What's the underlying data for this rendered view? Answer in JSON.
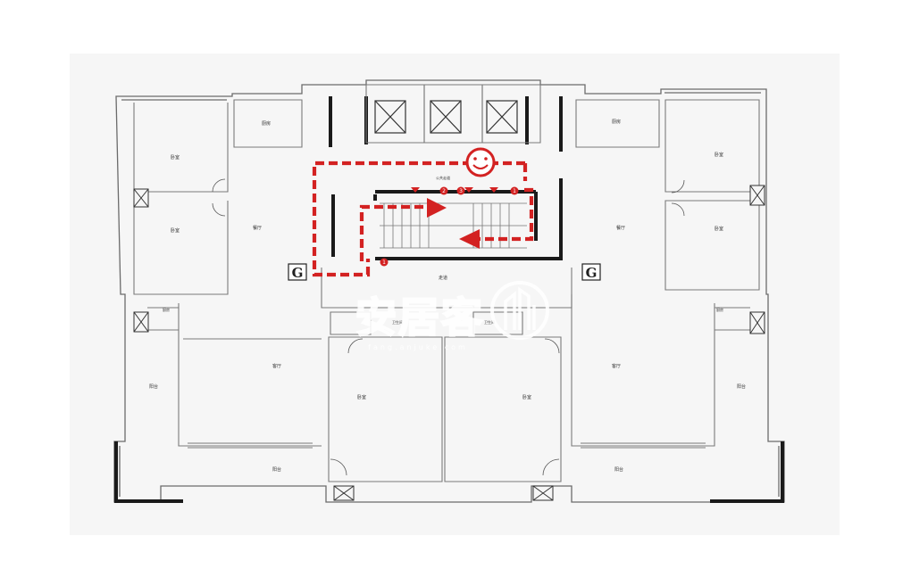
{
  "rooms": {
    "wofang_room": "厨房",
    "bedroom": "卧室",
    "living": "客厅",
    "balcony": "阳台",
    "hallway": "走道",
    "public_corridor": "公共走道",
    "bathroom": "卫生间",
    "kitchen": "厨房",
    "restaurant": "餐厅"
  },
  "markers": {
    "g_left": "G",
    "g_right": "G",
    "step1": "1",
    "step2": "2",
    "step3": "3",
    "step4": "1"
  },
  "watermark": {
    "brand": "安居客",
    "sub": "fang.anjuke.com"
  },
  "colors": {
    "wall": "#1a1a1a",
    "thin_wall": "#6b6b6b",
    "route": "#d32222",
    "paper": "#f6f6f6"
  },
  "icons": {
    "smiley": "smiley-face-icon",
    "elevator": "elevator-x-icon"
  }
}
